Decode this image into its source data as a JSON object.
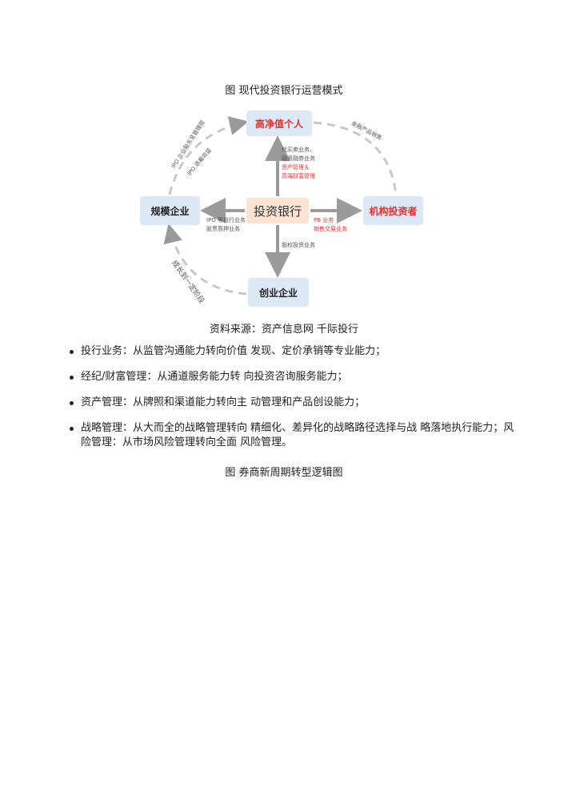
{
  "figure_title": "图 现代投资银行运营模式",
  "diagram": {
    "nodes": {
      "top": "高净值个人",
      "left": "规模企业",
      "right": "机构投资者",
      "bottom": "创业企业",
      "center": "投资银行"
    },
    "labels": {
      "up_1": "代买卖业务、",
      "up_2": "融资融券业务",
      "up_3": "资产管理＆",
      "up_4": "高端财富管理",
      "left_1": "IPO 等投行业务",
      "left_2": "股票质押业务",
      "right_1": "PB 业务",
      "right_2": "销售交易业务",
      "down_1": "股权投资业务",
      "arc_topleft_1": "IPO 企业股东变管理层",
      "arc_topleft_2": "IPO 退着收益",
      "arc_topright": "金融产品销售",
      "arc_bottomleft": "成长到一定阶段"
    },
    "colors": {
      "node_fill": "#dbe8f5",
      "center_fill": "#fbe3d3",
      "highlight_red": "#e0312f",
      "arrow_gray": "#9a9a9a"
    }
  },
  "source_note": "资料来源：资产信息网 千际投行",
  "bullets": [
    "投行业务：从监管沟通能力转向价值 发现、定价承销等专业能力；",
    "经纪/财富管理：从通道服务能力转 向投资咨询服务能力；",
    "资产管理：从牌照和渠道能力转向主 动管理和产品创设能力；",
    "战略管理：从大而全的战略管理转向 精细化、差异化的战略路径选择与战 略落地执行能力；风险管理：从市场风险管理转向全面 风险管理。"
  ],
  "figure_caption_2": "图 券商新周期转型逻辑图"
}
